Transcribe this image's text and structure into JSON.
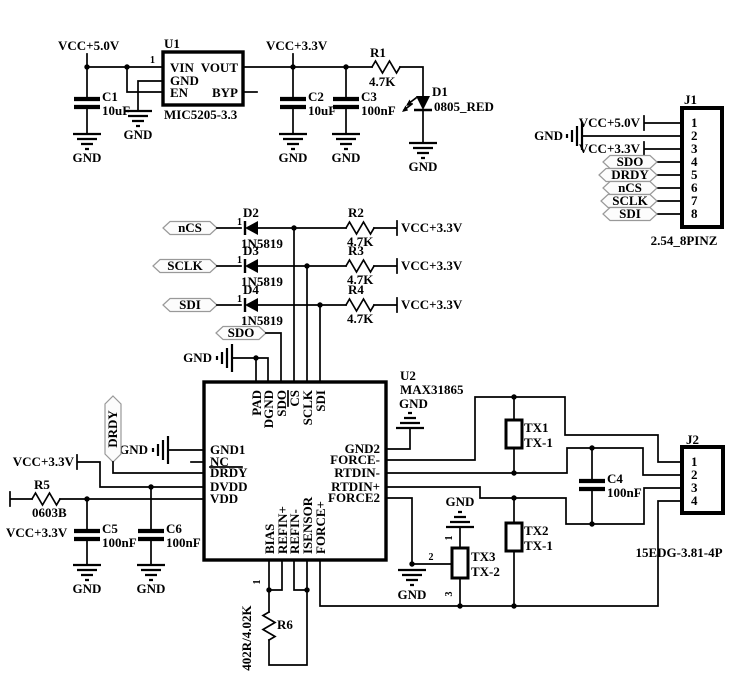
{
  "colors": {
    "ink": "#000000",
    "background": "#ffffff",
    "net_label_outline": "#999999"
  },
  "nets": {
    "vcc5": "VCC+5.0V",
    "vcc33": "VCC+3.3V",
    "gnd": "GND",
    "ncs": "nCS",
    "sclk": "SCLK",
    "sdi": "SDI",
    "sdo": "SDO",
    "drdy": "DRDY"
  },
  "u1": {
    "ref": "U1",
    "part": "MIC5205-3.3",
    "pin1": "1",
    "vin": "VIN",
    "vout": "VOUT",
    "gnd": "GND",
    "en": "EN",
    "byp": "BYP"
  },
  "u2": {
    "ref": "U2",
    "part": "MAX31865",
    "top": {
      "pad": "PAD",
      "dgnd": "DGND",
      "sdo": "SDO",
      "cs": "CS",
      "sclk": "SCLK",
      "sdi": "SDI"
    },
    "left": {
      "gnd1": "GND1",
      "nc": "NC",
      "drdy": "DRDY",
      "dvdd": "DVDD",
      "vdd": "VDD"
    },
    "right": {
      "gnd2": "GND2",
      "force_minus": "FORCE-",
      "rtdin_minus": "RTDIN-",
      "rtdin_plus": "RTDIN+",
      "force2": "FORCE2"
    },
    "bottom": {
      "bias": "BIAS",
      "refin_plus": "REFIN+",
      "refin_minus": "REFIN-",
      "isensor": "ISENSOR",
      "force_plus": "FORCE+",
      "pin1": "1"
    }
  },
  "caps": {
    "c1": {
      "ref": "C1",
      "value": "10uF"
    },
    "c2": {
      "ref": "C2",
      "value": "10uF"
    },
    "c3": {
      "ref": "C3",
      "value": "100nF"
    },
    "c4": {
      "ref": "C4",
      "value": "100nF"
    },
    "c5": {
      "ref": "C5",
      "value": "100nF"
    },
    "c6": {
      "ref": "C6",
      "value": "100nF"
    }
  },
  "resistors": {
    "r1": {
      "ref": "R1",
      "value": "4.7K"
    },
    "r2": {
      "ref": "R2",
      "value": "4.7K"
    },
    "r3": {
      "ref": "R3",
      "value": "4.7K"
    },
    "r4": {
      "ref": "R4",
      "value": "4.7K"
    },
    "r5": {
      "ref": "R5",
      "value": "0603B"
    },
    "r6": {
      "ref": "R6",
      "value": "402R/4.02K",
      "pin1": "1"
    }
  },
  "diodes": {
    "d1": {
      "ref": "D1",
      "value": "0805_RED"
    },
    "d2": {
      "ref": "D2",
      "value": "1N5819",
      "pin1": "1"
    },
    "d3": {
      "ref": "D3",
      "value": "1N5819",
      "pin1": "1"
    },
    "d4": {
      "ref": "D4",
      "value": "1N5819",
      "pin1": "1"
    }
  },
  "j1": {
    "ref": "J1",
    "part": "2.54_8PINZ",
    "numbers": [
      "1",
      "2",
      "3",
      "4",
      "5",
      "6",
      "7",
      "8"
    ],
    "labels": {
      "p1": "VCC+5.0V",
      "p2": "GND",
      "p3": "VCC+3.3V",
      "p4": "SDO",
      "p5": "DRDY",
      "p6": "nCS",
      "p7": "SCLK",
      "p8": "SDI"
    }
  },
  "j2": {
    "ref": "J2",
    "part": "15EDG-3.81-4P",
    "numbers": [
      "1",
      "2",
      "3",
      "4"
    ]
  },
  "tx": {
    "tx1": {
      "ref": "TX1",
      "type": "TX-1"
    },
    "tx2": {
      "ref": "TX2",
      "type": "TX-1"
    },
    "tx3": {
      "ref": "TX3",
      "type": "TX-2",
      "p1": "1",
      "p2": "2",
      "p3": "3"
    }
  }
}
